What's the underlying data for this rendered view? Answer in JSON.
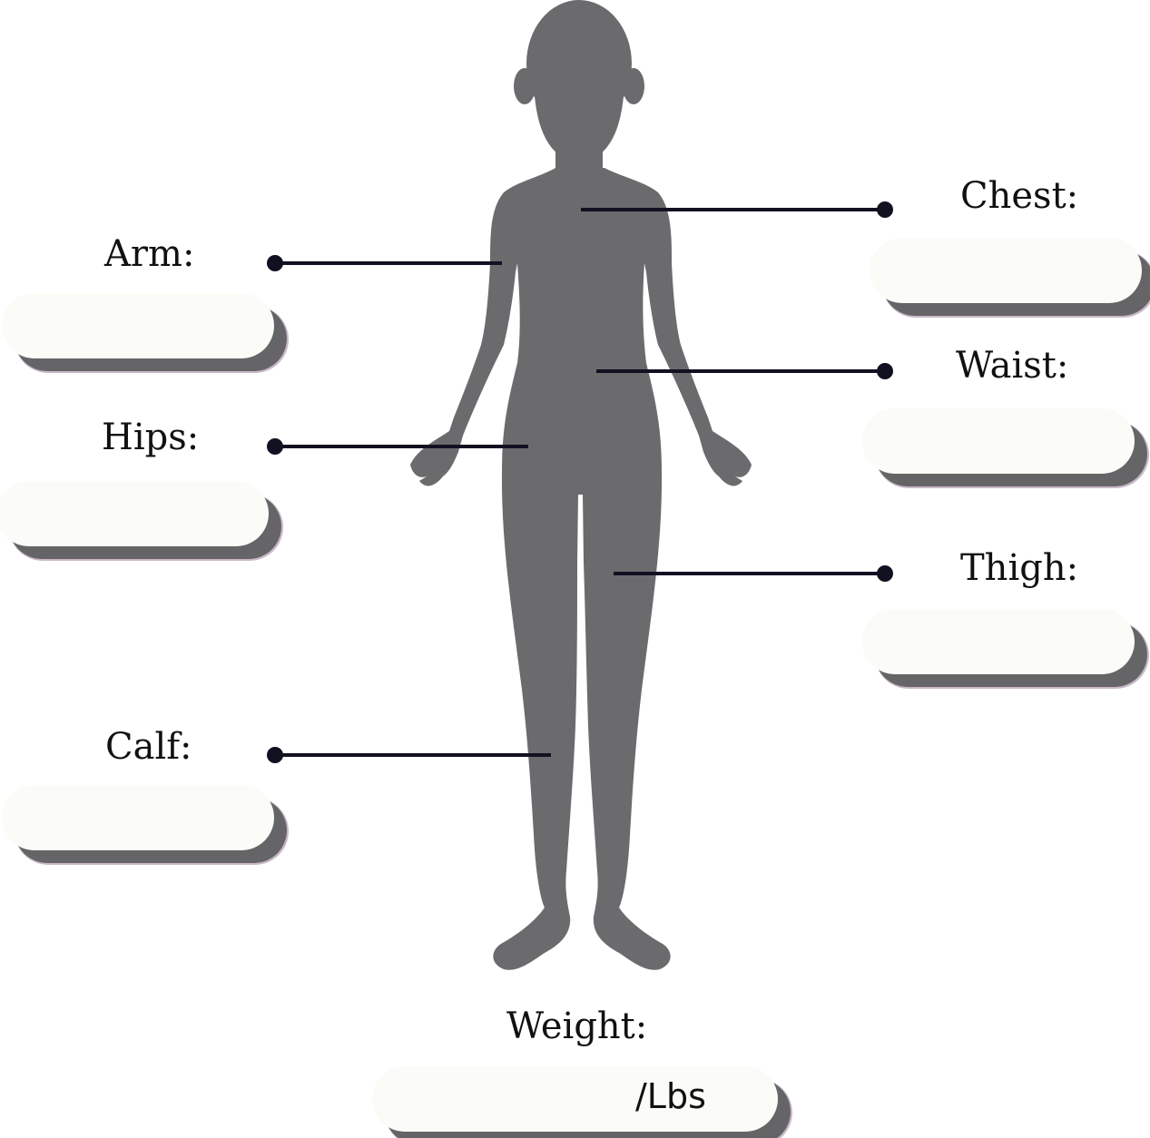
{
  "labels": {
    "chest": "Chest:",
    "arm": "Arm:",
    "waist": "Waist:",
    "hips": "Hips:",
    "thigh": "Thigh:",
    "calf": "Calf:",
    "weight": "Weight:"
  },
  "fields": {
    "chest": "",
    "arm": "",
    "waist": "",
    "hips": "",
    "thigh": "",
    "calf": "",
    "weight": ""
  },
  "weight_unit": "/Lbs",
  "colors": {
    "silhouette": "#6b6b6d",
    "line": "#111122",
    "field_fill": "#fbfbf7",
    "field_shadow": "#656567"
  },
  "icons": {
    "figure": "human-body-silhouette"
  }
}
